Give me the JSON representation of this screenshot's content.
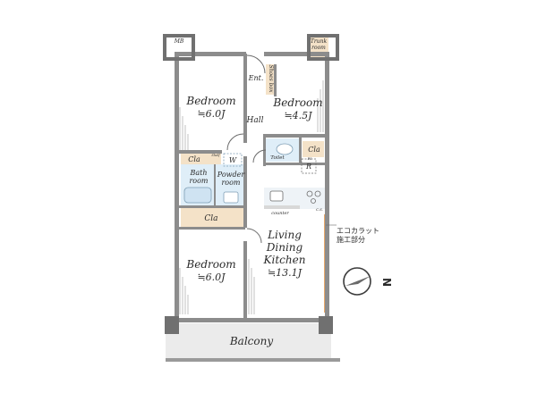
{
  "rooms": {
    "bedroom_nw": {
      "name": "Bedroom",
      "size": "≒6.0J"
    },
    "bedroom_ne": {
      "name": "Bedroom",
      "size": "≒4.5J"
    },
    "bedroom_sw": {
      "name": "Bedroom",
      "size": "≒6.0J"
    },
    "ldk": {
      "line1": "Living",
      "line2": "Dining",
      "line3": "Kitchen",
      "size": "≒13.1J"
    },
    "bath": {
      "line1": "Bath",
      "line2": "room"
    },
    "powder": {
      "line1": "Powder",
      "line2": "room"
    },
    "balcony": "Balcony",
    "hall": "Hall",
    "entrance": "Ent.",
    "shoes_box": "Shoes box",
    "trunk_room": {
      "line1": "Trunk",
      "line2": "room"
    },
    "mb": "MB",
    "toilet": "Toilet",
    "refrigerator": "R",
    "washer": "W",
    "counter": "counter",
    "closet_top_left": "Cla",
    "closet_middle": "Cla",
    "closet_top_right": "Cla",
    "shelf": "Shelf",
    "pantry": "PS",
    "storage": "C.S."
  },
  "annotation": {
    "line1": "エコカラット",
    "line2": "施工部分"
  },
  "compass": {
    "label": "N"
  },
  "colors": {
    "floor": "#ffffff",
    "wet_area": "#dfeef8",
    "closet": "#f4e2c8",
    "balcony": "#ebebeb",
    "ecocarat": "#e8a96b",
    "wall": "#8c8c8c"
  }
}
